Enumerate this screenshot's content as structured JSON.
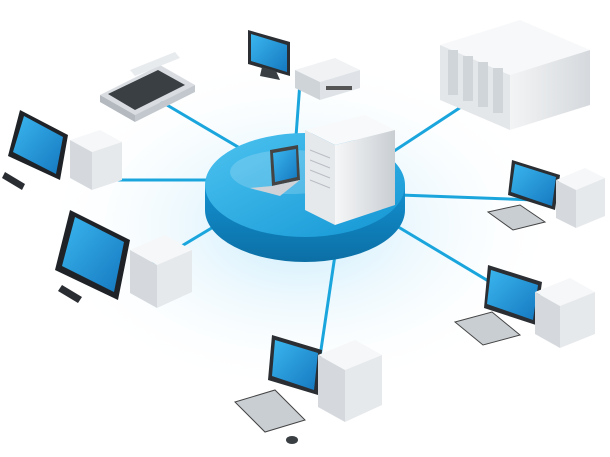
{
  "scene": {
    "accent_color": "#1aa6dd",
    "screen_color": "#1e9fe0",
    "case_color": "#e9ecef",
    "background_color": "#ffffff",
    "nodes": [
      {
        "id": "hub",
        "kind": "central-server-platform"
      },
      {
        "id": "server-rack",
        "kind": "server-rack"
      },
      {
        "id": "scanner",
        "kind": "flatbed-scanner"
      },
      {
        "id": "monitor-dvr",
        "kind": "monitor-with-recorder"
      },
      {
        "id": "workstation-left-1",
        "kind": "desktop-workstation"
      },
      {
        "id": "workstation-left-2",
        "kind": "desktop-workstation"
      },
      {
        "id": "workstation-right-1",
        "kind": "desktop-workstation"
      },
      {
        "id": "workstation-right-2",
        "kind": "desktop-workstation"
      },
      {
        "id": "workstation-bottom",
        "kind": "desktop-workstation"
      },
      {
        "id": "laptop",
        "kind": "laptop"
      }
    ]
  }
}
